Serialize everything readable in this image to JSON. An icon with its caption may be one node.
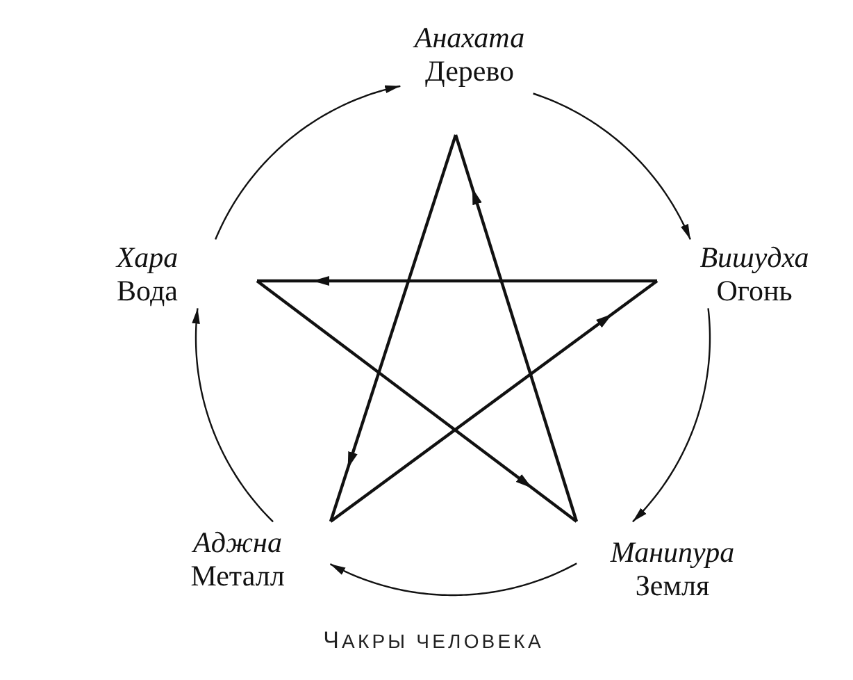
{
  "diagram": {
    "caption": "ЧАКРЫ ЧЕЛОВЕКА",
    "nodes": [
      {
        "text": [
          "Анахата",
          "Дерево"
        ]
      },
      {
        "text": [
          "Хара",
          "Вода"
        ]
      },
      {
        "text": [
          "Вишудха",
          "Огонь"
        ]
      },
      {
        "text": [
          "Аджна",
          "Металл"
        ]
      },
      {
        "text": [
          "Манипура",
          "Земля"
        ]
      }
    ],
    "edges": [
      {
        "from": 0,
        "to": 2,
        "arrow": "to"
      },
      {
        "from": 2,
        "to": 4,
        "arrow": "to"
      },
      {
        "from": 4,
        "to": 3,
        "arrow": "to"
      },
      {
        "from": 3,
        "to": 1,
        "arrow": "to"
      },
      {
        "from": 1,
        "to": 0,
        "arrow": "to"
      },
      {
        "from": 0,
        "to": 3,
        "arrow": "to"
      },
      {
        "from": 3,
        "to": 2,
        "arrow": "to"
      },
      {
        "from": 2,
        "to": 1,
        "arrow": "to"
      },
      {
        "from": 1,
        "to": 4,
        "arrow": "to"
      },
      {
        "from": 4,
        "to": 0,
        "arrow": "to"
      }
    ]
  }
}
